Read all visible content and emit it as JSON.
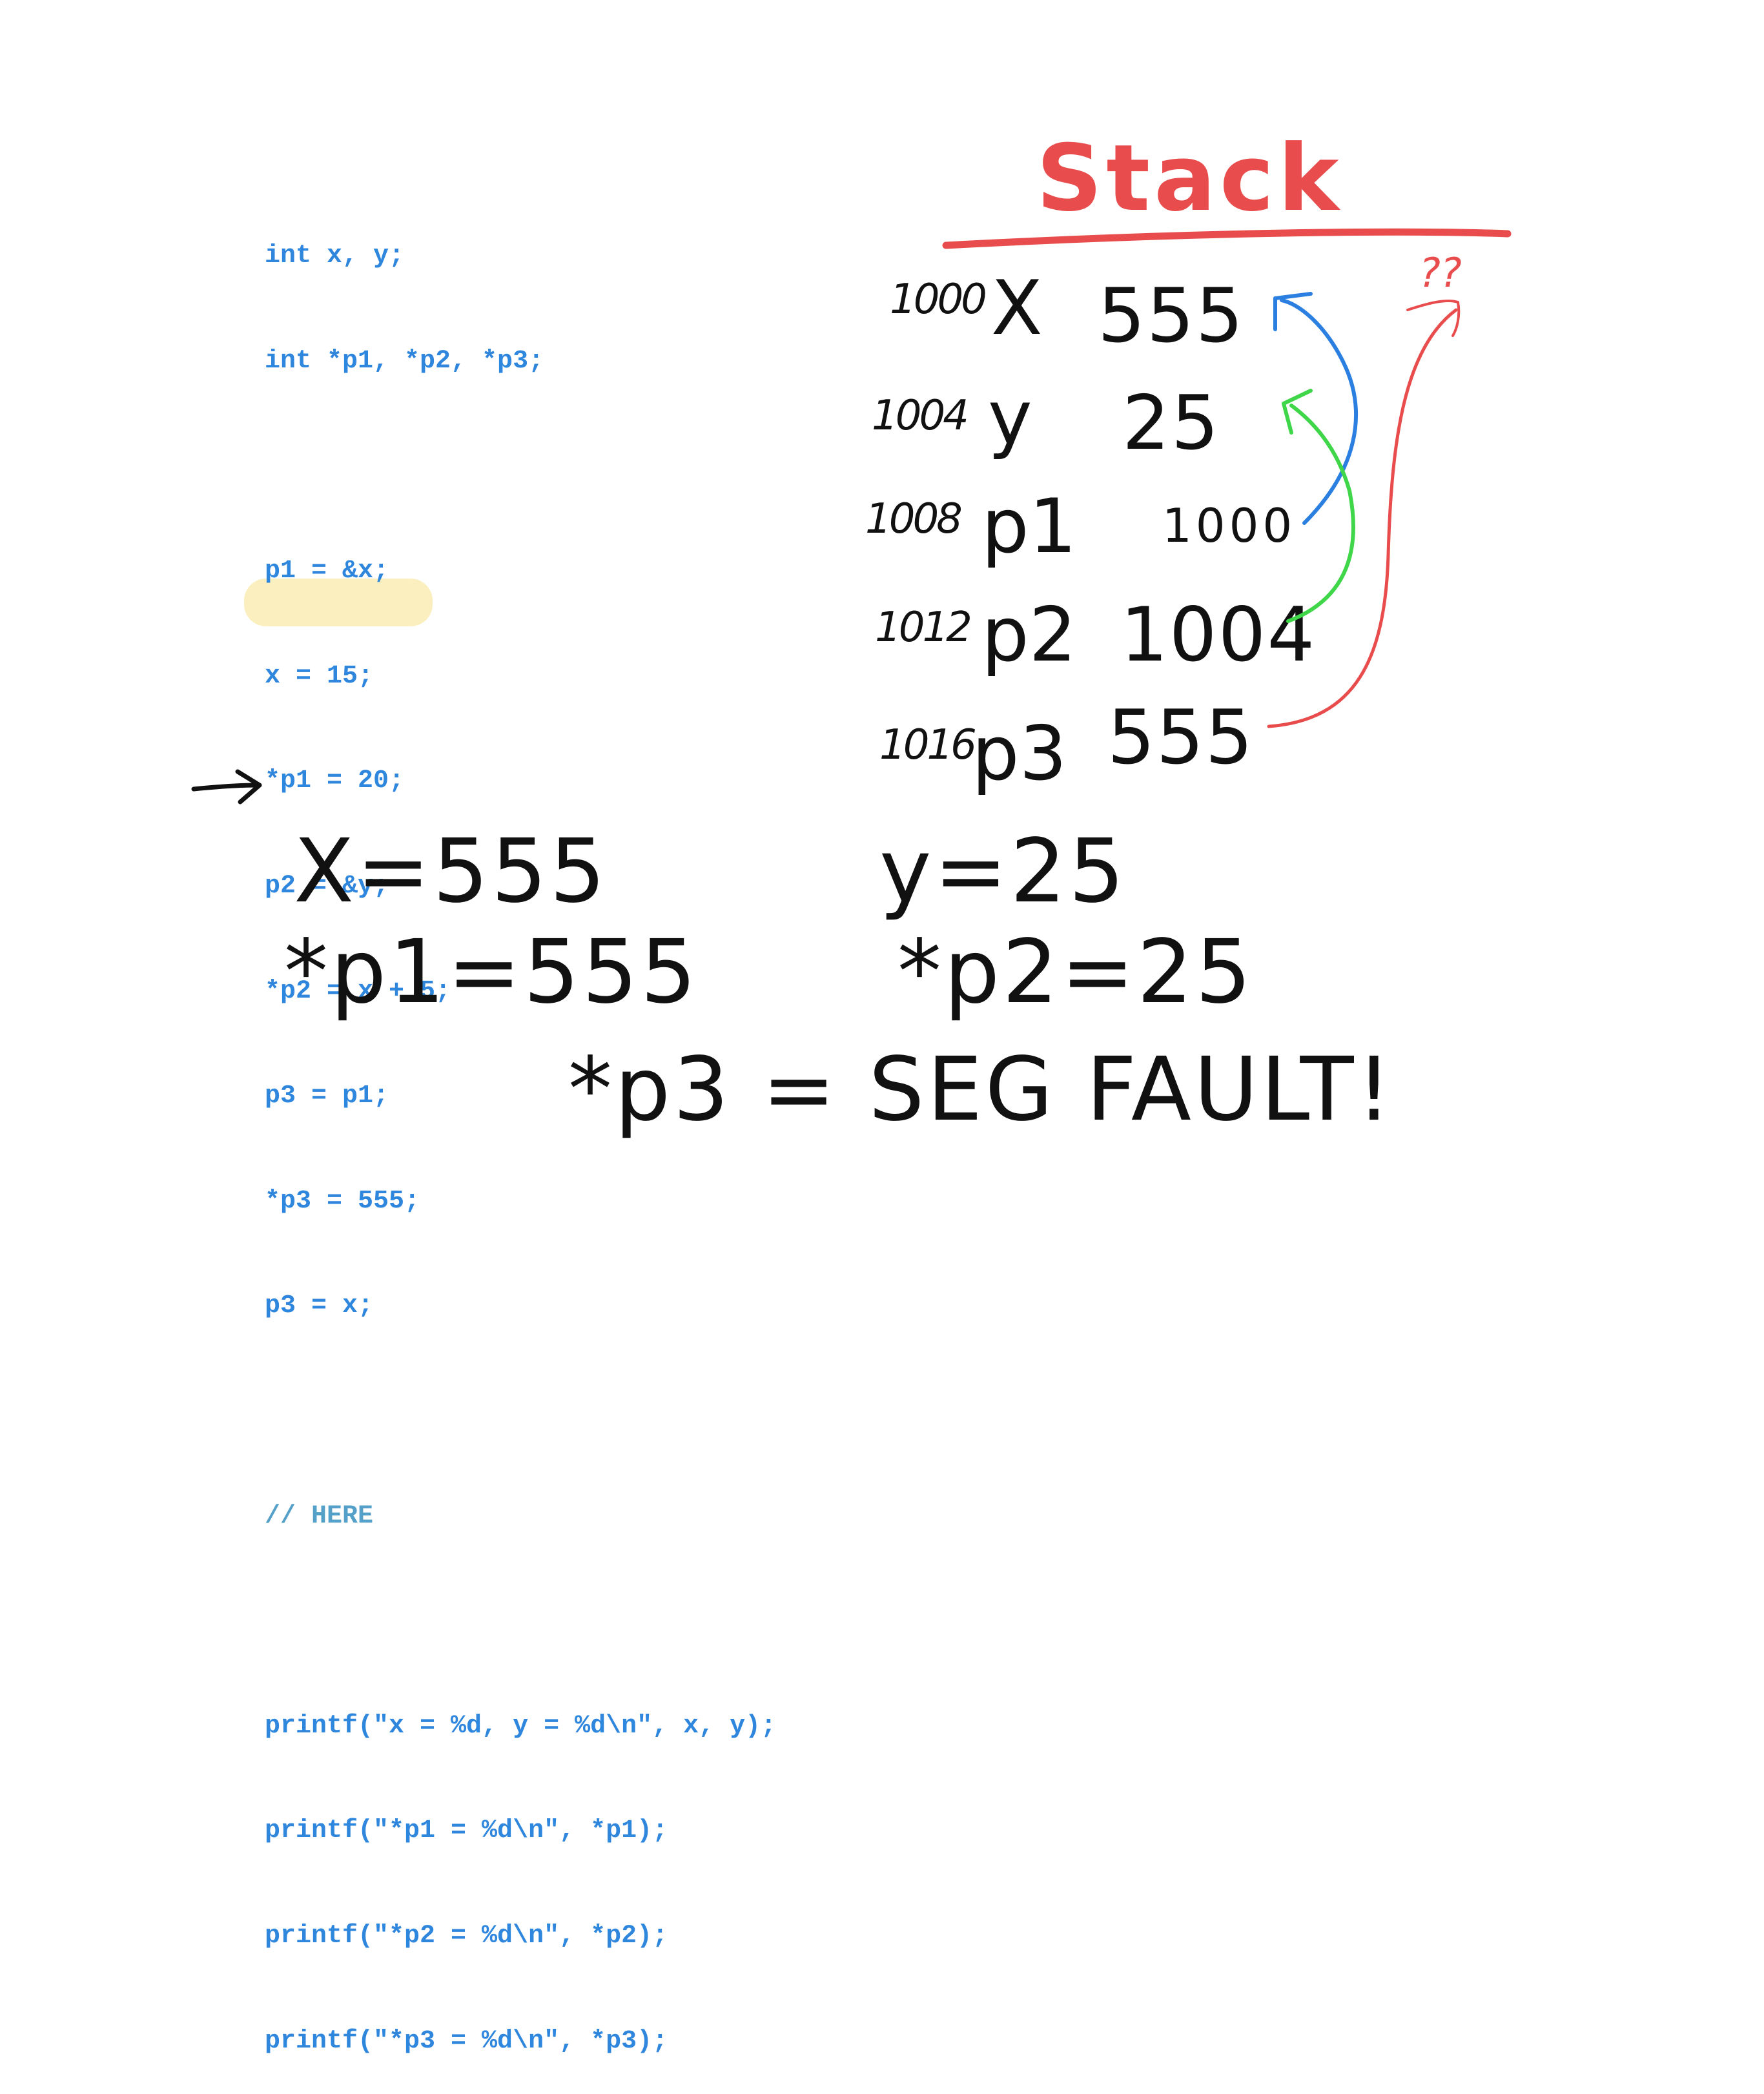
{
  "code": {
    "lines": [
      "int x, y;",
      "int *p1, *p2, *p3;",
      "",
      "p1 = &x;",
      "x = 15;",
      "*p1 = 20;",
      "p2 = &y;",
      "*p2 = x + 5;",
      "p3 = p1;",
      "*p3 = 555;",
      "p3 = x;",
      "",
      "// HERE",
      "",
      "printf(\"x = %d, y = %d\\n\", x, y);",
      "printf(\"*p1 = %d\\n\", *p1);",
      "printf(\"*p2 = %d\\n\", *p2);",
      "printf(\"*p3 = %d\\n\", *p3);"
    ]
  },
  "stack": {
    "title": "Stack",
    "question_mark": "??",
    "rows": [
      {
        "address": "1000",
        "name": "X",
        "value": "555"
      },
      {
        "address": "1004",
        "name": "y",
        "value": "25"
      },
      {
        "address": "1008",
        "name": "p1",
        "value": "1000"
      },
      {
        "address": "1012",
        "name": "p2",
        "value": "1004"
      },
      {
        "address": "1016",
        "name": "p3",
        "value": "555"
      }
    ]
  },
  "results": {
    "x": "X=555",
    "y": "y=25",
    "p1": "*p1=555",
    "p2": "*p2=25",
    "p3": "*p3 = SEG FAULT!"
  },
  "colors": {
    "code": "#2f86dd",
    "comment_highlight": "#fbefc0",
    "title": "#e84c4c",
    "arrow_blue": "#2b7fe0",
    "arrow_green": "#3fd64a",
    "arrow_red": "#e84c4c",
    "ink": "#111111"
  }
}
